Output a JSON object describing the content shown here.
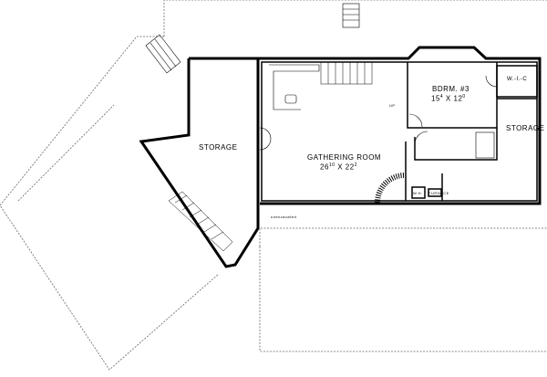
{
  "rooms": {
    "storage_left": {
      "name": "STORAGE"
    },
    "gathering": {
      "name": "GATHERING ROOM",
      "dim_w": "26",
      "dim_w_in": "10",
      "dim_x": "X",
      "dim_d": "22",
      "dim_d_in": "2"
    },
    "bedroom": {
      "name": "BDRM. #3",
      "dim_w": "15",
      "dim_w_in": "4",
      "dim_x": "X",
      "dim_d": "12",
      "dim_d_in": "0"
    },
    "wic": {
      "name": "W.-I.-C"
    },
    "storage_right": {
      "name": "STORAGE"
    }
  },
  "labels": {
    "stair_up": "UP",
    "water_heater": "W.H.",
    "furnace": "FURNACE",
    "unexcavated": "unexcavated"
  },
  "colors": {
    "line": "#000000",
    "dotted": "#555555",
    "background": "#ffffff"
  }
}
